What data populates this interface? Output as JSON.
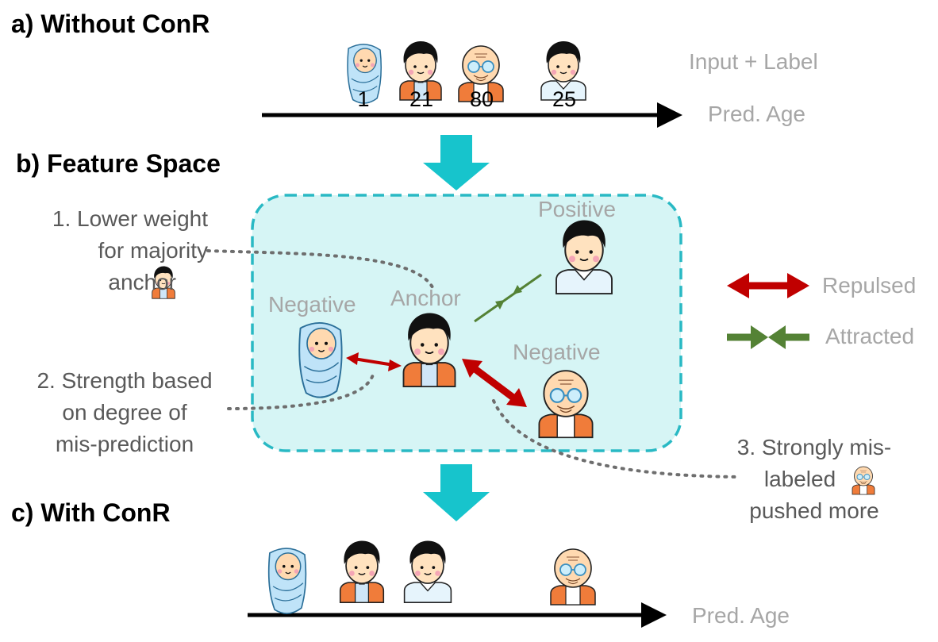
{
  "sections": {
    "a": "a) Without ConR",
    "b": "b) Feature Space",
    "c": "c) With ConR"
  },
  "top_axis": {
    "input_label": "Input + Label",
    "pred_label": "Pred. Age",
    "ages": [
      "1",
      "21",
      "80",
      "25"
    ]
  },
  "bottom_axis": {
    "pred_label": "Pred. Age"
  },
  "feature_space": {
    "positive": "Positive",
    "anchor": "Anchor",
    "negative_left": "Negative",
    "negative_right": "Negative"
  },
  "legend": {
    "repulsed": "Repulsed",
    "attracted": "Attracted",
    "repulsed_color": "#c00000",
    "attracted_color": "#548235"
  },
  "notes": {
    "n1": [
      "1. Lower weight",
      "for majority",
      "anchor"
    ],
    "n2": [
      "2. Strength based",
      "on degree of",
      "mis-prediction"
    ],
    "n3": [
      "3. Strongly mis-",
      "labeled",
      "pushed more"
    ]
  },
  "colors": {
    "arrow_teal": "#17c4cc",
    "box_fill": "#d6f5f5",
    "box_border": "#29b9c4",
    "dotted": "#6e6e6e"
  }
}
